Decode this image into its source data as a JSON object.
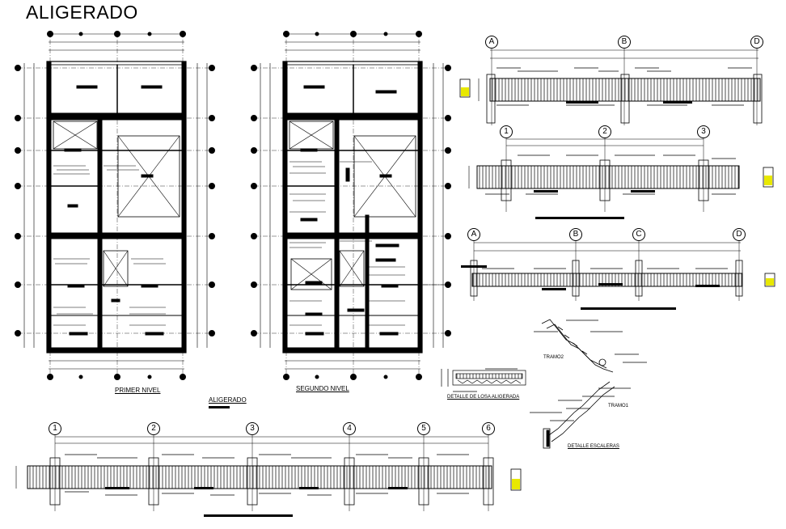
{
  "title": "ALIGERADO",
  "plans": {
    "first_floor": "PRIMER NIVEL",
    "second_floor": "SEGUNDO NIVEL",
    "center_label": "ALIGERADO"
  },
  "details": {
    "slab": "DETALLE DE LOSA ALIGERADA",
    "stairs": "DETALLE ESCALERAS",
    "flight2": "TRAMO2",
    "flight1": "TRAMO1"
  },
  "axes": {
    "beam_top": [
      "A",
      "B",
      "D"
    ],
    "beam_mid": [
      "1",
      "2",
      "3"
    ],
    "beam_low": [
      "A",
      "B",
      "C",
      "D"
    ],
    "beam_bottom": [
      "1",
      "2",
      "3",
      "4",
      "5",
      "6"
    ]
  },
  "colors": {
    "line": "#000000",
    "highlight": "#e8e800",
    "background": "#ffffff"
  }
}
